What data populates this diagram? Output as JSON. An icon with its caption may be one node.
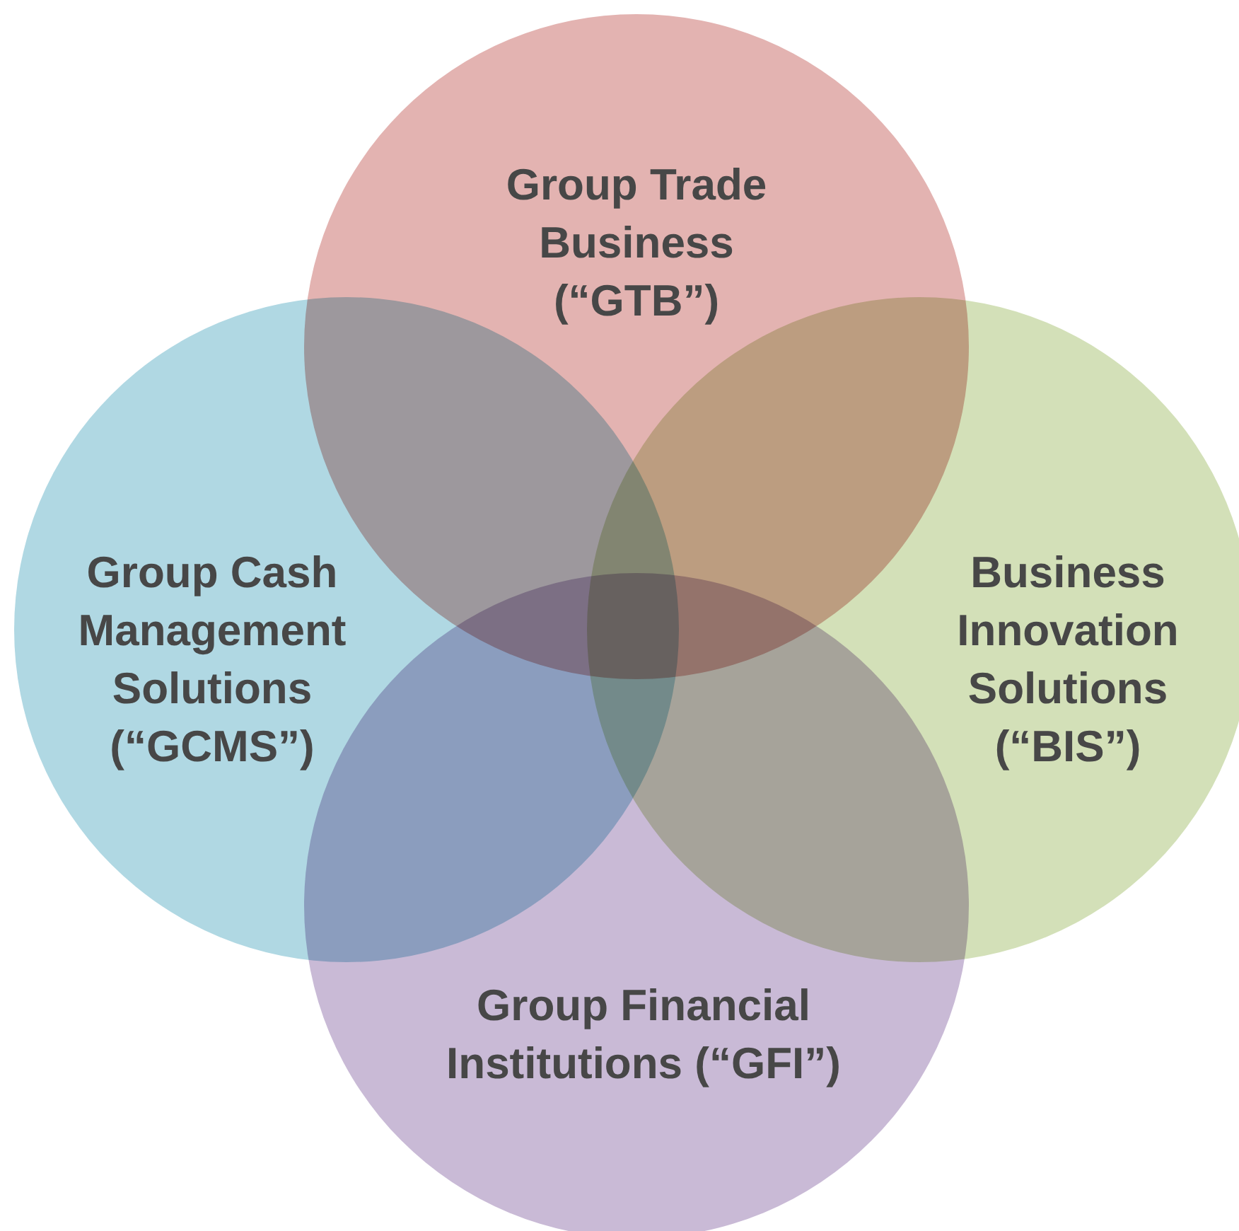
{
  "diagram": {
    "nodes": [
      {
        "text": [
          "Group Trade Business (“GTB”)"
        ]
      },
      {
        "text": [
          "Group Cash Management Solutions (“GCMS”)"
        ]
      },
      {
        "text": [
          "Business Innovation Solutions (“BIS”)"
        ]
      },
      {
        "text": [
          "Group Financial Institutions (“GFI”)"
        ]
      }
    ]
  }
}
